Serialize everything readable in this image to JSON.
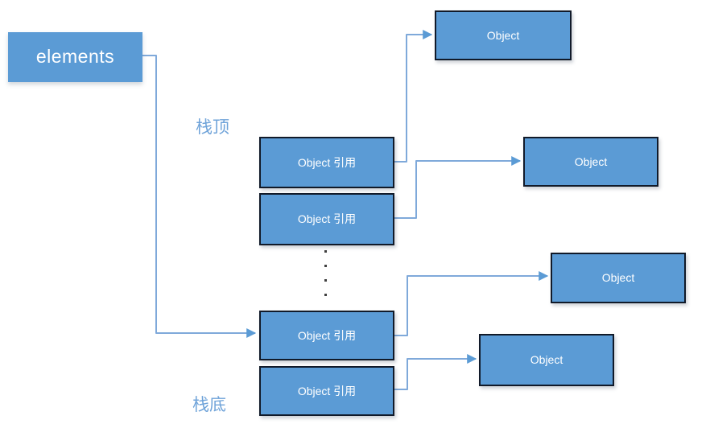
{
  "diagram_title": "stack elements reference diagram",
  "elements_box": {
    "label": "elements"
  },
  "stack_labels": {
    "top": "栈顶",
    "bottom": "栈底"
  },
  "ref_boxes": [
    {
      "label": "Object 引用"
    },
    {
      "label": "Object 引用"
    },
    {
      "label": "Object 引用"
    },
    {
      "label": "Object 引用"
    }
  ],
  "object_boxes": [
    {
      "label": "Object"
    },
    {
      "label": "Object"
    },
    {
      "label": "Object"
    },
    {
      "label": "Object"
    }
  ],
  "connectors": [
    {
      "from": "elements-box",
      "to": "ref-box-3"
    },
    {
      "from": "ref-box-1",
      "to": "object-box-1"
    },
    {
      "from": "ref-box-2",
      "to": "object-box-2"
    },
    {
      "from": "ref-box-3",
      "to": "object-box-3"
    },
    {
      "from": "ref-box-4",
      "to": "object-box-4"
    }
  ],
  "ellipsis_dot_count": 4,
  "colors": {
    "box_fill": "#5b9bd5",
    "box_border": "#111a29",
    "box_text": "#ffffff",
    "connector_line": "#7fa9da",
    "arrowhead": "#5b9bd5",
    "zh_label_text": "#6fa3d9",
    "ellipsis_dots": "#3f3f3f",
    "background": "#ffffff"
  }
}
